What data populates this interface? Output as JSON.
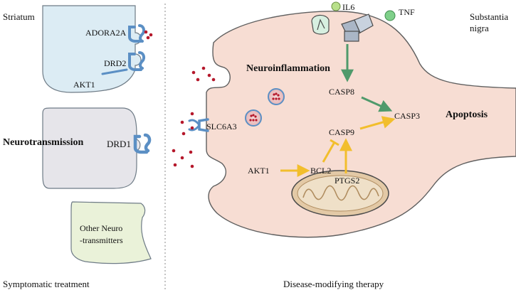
{
  "labels": {
    "striatum": "Striatum",
    "substantia_nigra_line1": "Substantia",
    "substantia_nigra_line2": "nigra",
    "neurotransmission": "Neurotransmission",
    "neuroinflammation": "Neuroinflammation",
    "apoptosis": "Apoptosis",
    "symptomatic_treatment": "Symptomatic treatment",
    "disease_modifying_therapy": "Disease-modifying therapy",
    "other_neuro_line1": "Other Neuro",
    "other_neuro_line2": "-transmitters"
  },
  "genes": {
    "adora2a": "ADORA2A",
    "drd2": "DRD2",
    "akt1_striatum": "AKT1",
    "drd1": "DRD1",
    "slc6a3": "SLC6A3",
    "il6": "IL6",
    "tnf": "TNF",
    "casp8": "CASP8",
    "casp3": "CASP3",
    "casp9": "CASP9",
    "akt1": "AKT1",
    "bcl2": "BCL2",
    "ptgs2": "PTGS2"
  },
  "colors": {
    "cell_blue": "#dcecf4",
    "cell_gray": "#e6e5ea",
    "cell_green": "#eaf2d9",
    "neuron": "#f7ddd3",
    "receptor": "#5b8fc4",
    "dopamine": "#b5182b",
    "arrow_green": "#4f9a6b",
    "arrow_yellow": "#f2be2c",
    "mito": "#e3c9a6",
    "il6": "#b8e08a",
    "tnf": "#7fd08a"
  }
}
